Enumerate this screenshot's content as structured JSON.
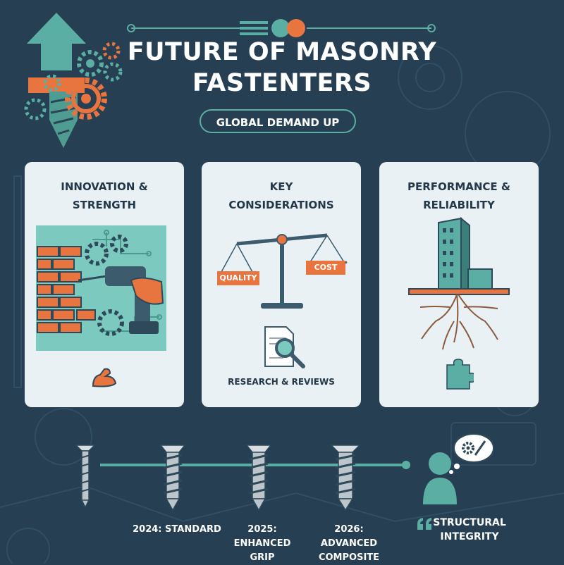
{
  "title_line1": "FUTURE OF MASONRY",
  "title_line2": "FASTENTERS",
  "badge": "GLOBAL DEMAND UP",
  "panels": [
    {
      "line1": "INNOVATION &",
      "line2": "STRENGTH"
    },
    {
      "line1": "KEY",
      "line2": "CONSIDERATIONS",
      "scale_left": "QUALITY",
      "scale_right": "COST",
      "footer": "RESEARCH & REVIEWS"
    },
    {
      "line1": "PERFORMANCE &",
      "line2": "RELIABILITY"
    }
  ],
  "timeline": [
    {
      "line1": "2024: STANDARD",
      "line2": ""
    },
    {
      "line1": "2025: ENHANCED",
      "line2": "GRIP"
    },
    {
      "line1": "2026: ADVANCED",
      "line2": "COMPOSITE"
    }
  ],
  "callout": {
    "line1": "STRUCTURAL",
    "line2": "INTEGRITY"
  },
  "colors": {
    "background": "#263f52",
    "teal": "#5aaea3",
    "orange": "#e8743f",
    "panel": "#eaf1f4",
    "navy": "#24384a"
  }
}
